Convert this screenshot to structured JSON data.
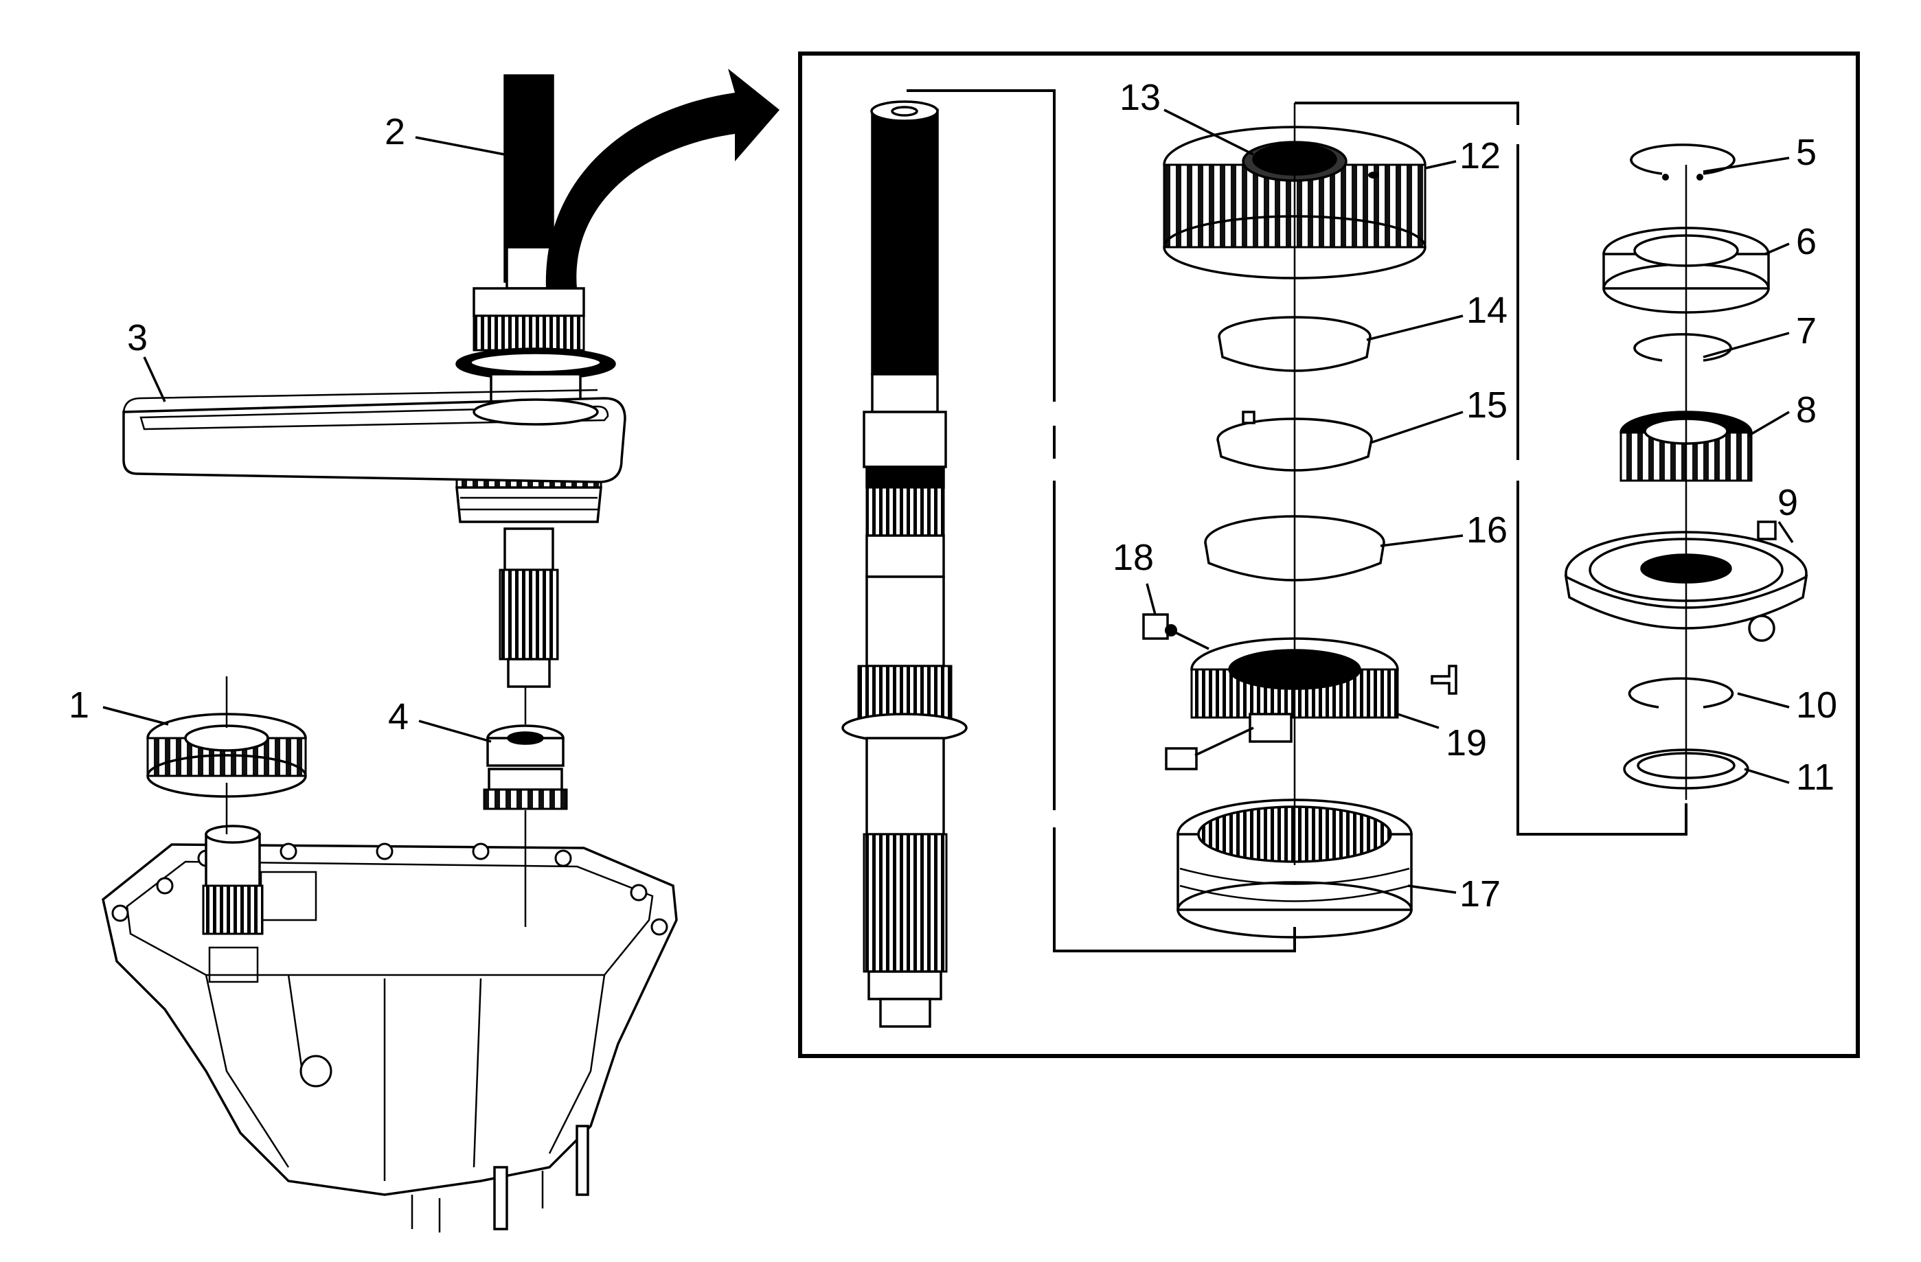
{
  "diagram": {
    "callouts": [
      "1",
      "2",
      "3",
      "4",
      "5",
      "6",
      "7",
      "8",
      "9",
      "10",
      "11",
      "12",
      "13",
      "14",
      "15",
      "16",
      "17",
      "18",
      "19"
    ],
    "colors": {
      "ink": "#000000",
      "paper": "#ffffff",
      "shade": "#555555"
    }
  }
}
